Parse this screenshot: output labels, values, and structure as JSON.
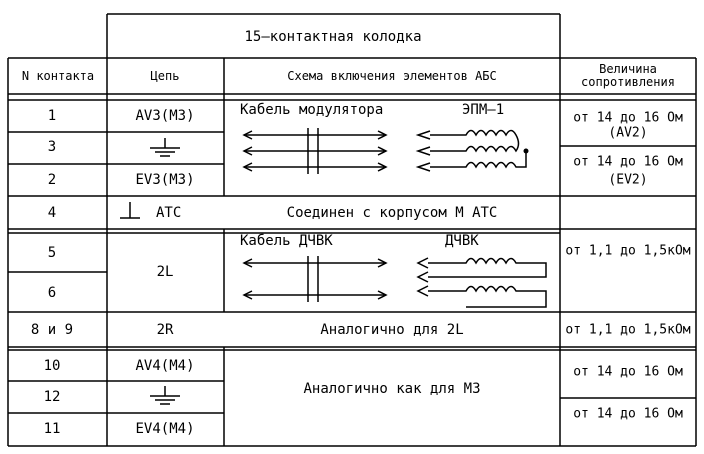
{
  "table": {
    "title": "15–контактная колодка",
    "headers": {
      "contact": "N контакта",
      "circuit": "Цепь",
      "scheme": "Схема включения элементов АБС",
      "resistance_line1": "Величина",
      "resistance_line2": "сопротивления"
    },
    "rows": {
      "r1": {
        "contact": "1",
        "circuit": "AV3(M3)"
      },
      "r3": {
        "contact": "3",
        "circuit": ""
      },
      "r2": {
        "contact": "2",
        "circuit": "EV3(M3)"
      },
      "r4": {
        "contact": "4",
        "circuit": "АТС",
        "scheme": "Соединен с корпусом М АТС"
      },
      "r5": {
        "contact": "5"
      },
      "r6": {
        "contact": "6"
      },
      "r56_circuit": "2L",
      "r89": {
        "contact": "8 и 9",
        "circuit": "2R",
        "scheme": "Аналогично для 2L",
        "resistance": "от 1,1 до 1,5кОм"
      },
      "r10": {
        "contact": "10",
        "circuit": "AV4(M4)"
      },
      "r12": {
        "contact": "12",
        "circuit": ""
      },
      "r11": {
        "contact": "11",
        "circuit": "EV4(M4)"
      },
      "r10_11_scheme": "Аналогично как для М3"
    },
    "scheme_m3": {
      "cable_label": "Кабель модулятора",
      "device_label": "ЭПМ–1"
    },
    "scheme_l": {
      "cable_label": "Кабель ДЧВК",
      "device_label": "ДЧВК"
    },
    "resistance": {
      "av2": {
        "line1": "от 14 до 16 Ом",
        "line2": "(AV2)"
      },
      "ev2": {
        "line1": "от 14 до 16 Ом",
        "line2": "(EV2)"
      },
      "l": "от 1,1 до 1,5кОм",
      "m4_a": "от 14 до 16 Ом",
      "m4_b": "от 14 до 16 Ом"
    }
  }
}
